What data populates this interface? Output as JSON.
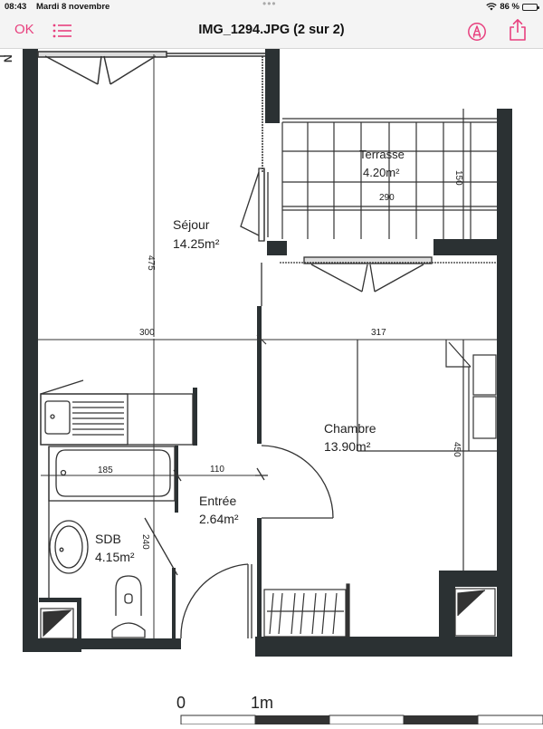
{
  "status_bar": {
    "time": "08:43",
    "date": "Mardi 8 novembre",
    "multitask_dots": "•••",
    "battery_percent": "86 %",
    "wifi_icon": "wifi-icon",
    "battery_icon": "battery-icon"
  },
  "nav_bar": {
    "done_label": "OK",
    "list_icon": "list-icon",
    "title": "IMG_1294.JPG (2 sur 2)",
    "markup_icon": "markup-pen-icon",
    "share_icon": "share-icon",
    "accent_color": "#e8407e"
  },
  "floor_plan": {
    "north_marker": "N",
    "rooms": [
      {
        "name": "Séjour",
        "area": "14.25m²"
      },
      {
        "name": "Terrasse",
        "area": "4.20m²"
      },
      {
        "name": "Chambre",
        "area": "13.90m²"
      },
      {
        "name": "Entrée",
        "area": "2.64m²"
      },
      {
        "name": "SDB",
        "area": "4.15m²"
      }
    ],
    "dimensions": {
      "sejour_height": "475",
      "sejour_width": "300",
      "chambre_width": "317",
      "chambre_height": "450",
      "terrasse_width": "290",
      "terrasse_depth": "150",
      "bath_length": "185",
      "entree_width": "110",
      "sdb_height": "240"
    },
    "scale": {
      "zero_label": "0",
      "one_meter_label": "1m"
    }
  }
}
